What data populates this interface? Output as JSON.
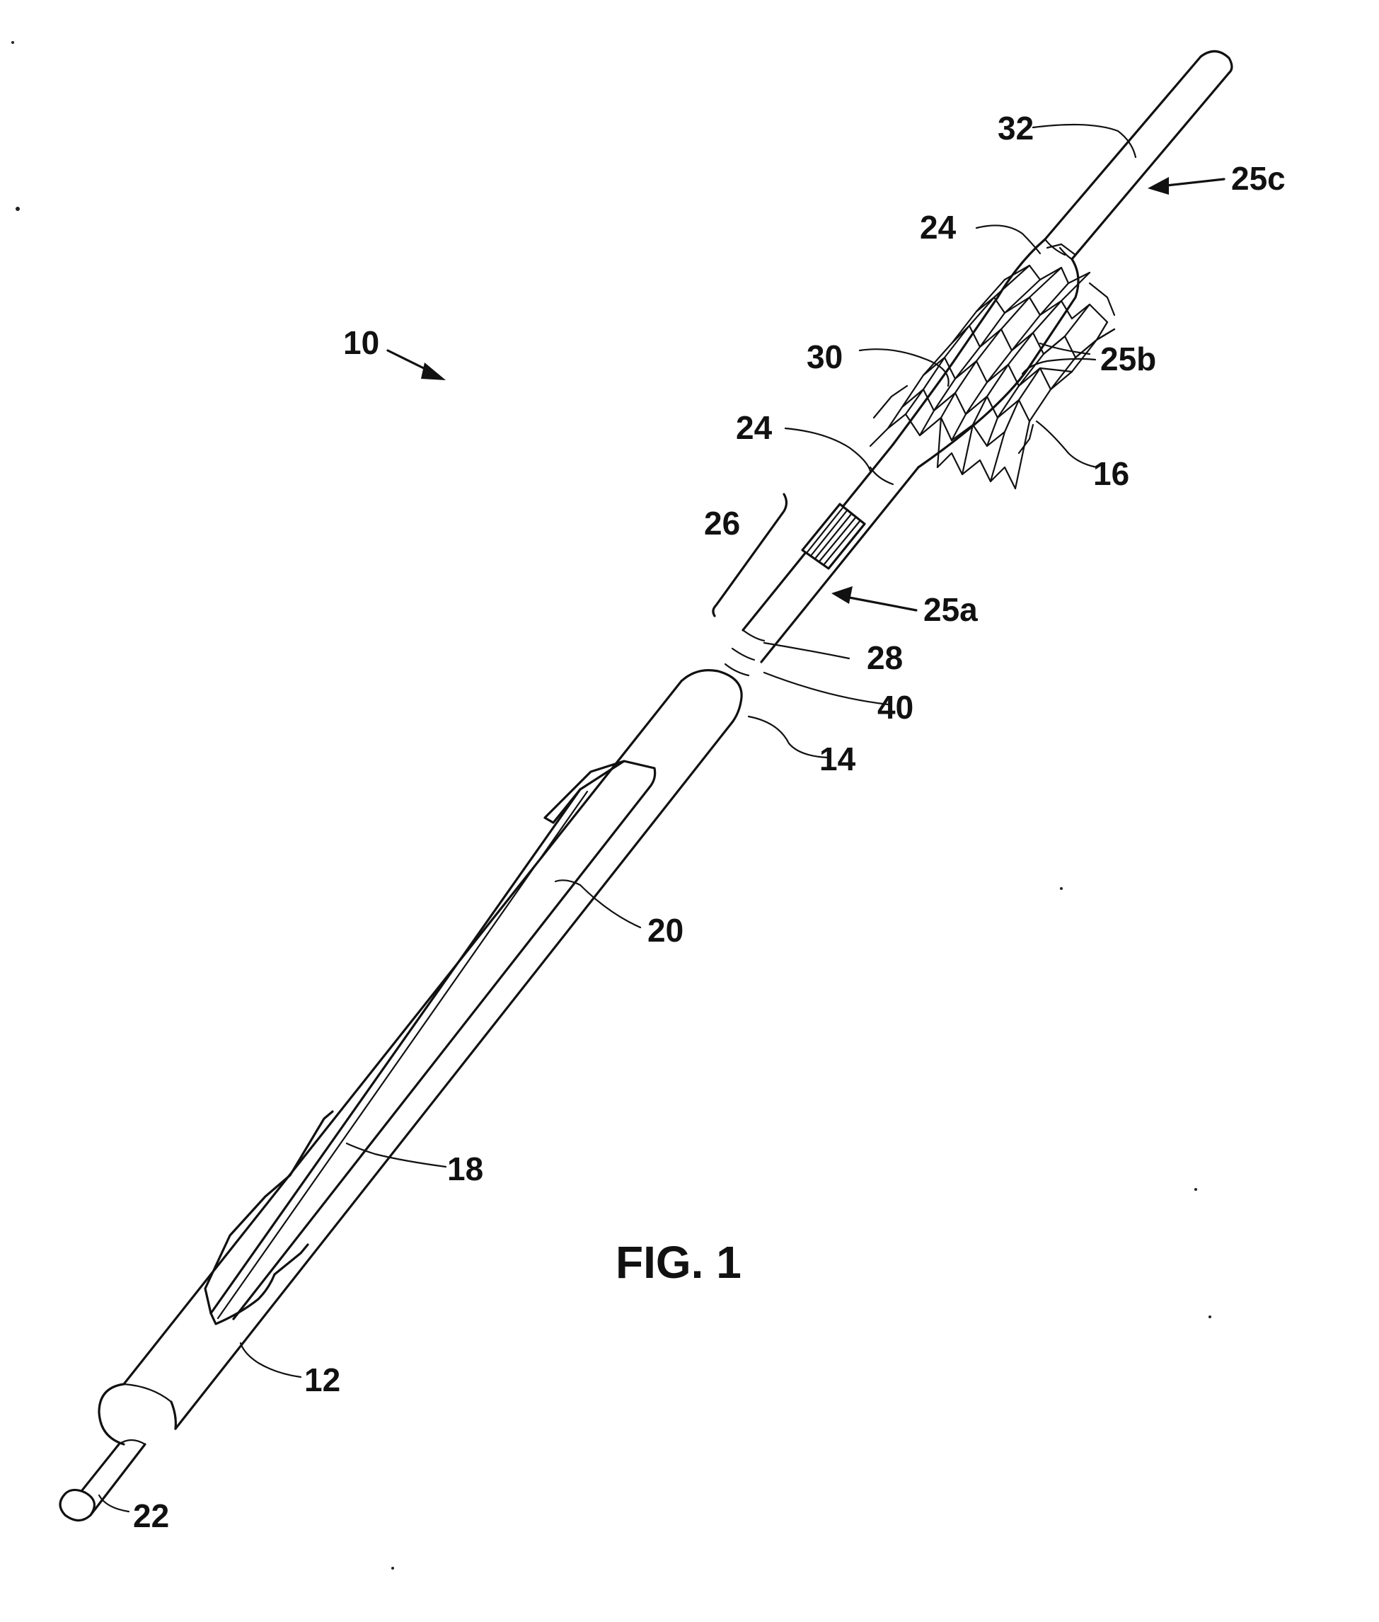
{
  "figure": {
    "title": "FIG. 1",
    "labels": {
      "l10": "10",
      "l12": "12",
      "l14": "14",
      "l16": "16",
      "l18": "18",
      "l20": "20",
      "l22": "22",
      "l24_upper": "24",
      "l24_lower": "24",
      "l25a": "25a",
      "l25b": "25b",
      "l25c": "25c",
      "l26": "26",
      "l28": "28",
      "l30": "30",
      "l32": "32",
      "l40": "40"
    }
  }
}
